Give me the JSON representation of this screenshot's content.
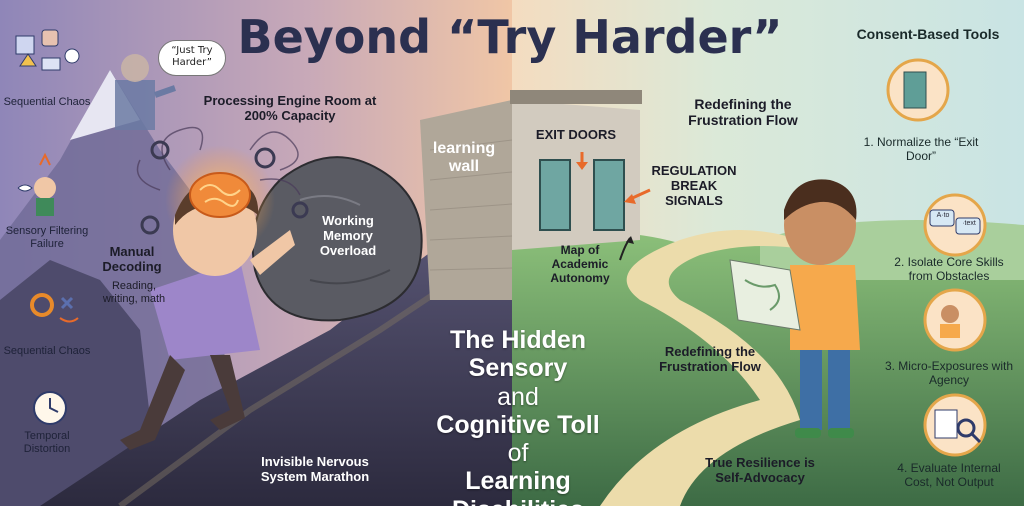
{
  "title": "Beyond “Try Harder”",
  "speech_bubble": "“Just Try Harder”",
  "left_labels": {
    "sequential_chaos_top": "Sequential Chaos",
    "sensory_filtering": "Sensory Filtering Failure",
    "sequential_chaos_bottom": "Sequential Chaos",
    "temporal_distortion": "Temporal Distortion"
  },
  "mid_labels": {
    "processing_engine": "Processing Engine Room at 200% Capacity",
    "manual_decoding": "Manual Decoding",
    "manual_decoding_sub": "Reading, writing, math",
    "working_memory": "Working Memory Overload",
    "invisible_marathon": "Invisible Nervous System Marathon",
    "learning_wall": "learning wall",
    "exit_doors": "EXIT DOORS",
    "regulation_break": "REGULATION BREAK SIGNALS",
    "map_autonomy": "Map of Academic Autonomy",
    "redefining_top": "Redefining the Frustration Flow",
    "redefining_mid": "Redefining the Frustration Flow",
    "true_resilience": "True Resilience is Self-Advocacy"
  },
  "center_title": {
    "line1_bold": "The Hidden",
    "line2_bold": "Sensory",
    "line2_light": " and",
    "line3": "Cognitive Toll",
    "line4_light": "of",
    "line4_bold": " Learning",
    "line5": "Disabilities"
  },
  "right_panel": {
    "heading": "Consent-Based Tools",
    "tool1": "1. Normalize the “Exit Door”",
    "tool2": "2. Isolate Core Skills from Obstacles",
    "tool3": "3. Micro-Exposures with Agency",
    "tool4": "4. Evaluate Internal Cost, Not Output",
    "tool2_icon_text_a": "A·to",
    "tool2_icon_text_b": "·text"
  },
  "colors": {
    "left_sky": "#9a8fc0",
    "right_sky": "#cfe6e0",
    "title": "#2b3050",
    "hill_green": "#7fb06a",
    "path": "#e8d7a8",
    "brain": "#f08a3a",
    "shirt_left": "#9d86c9",
    "shirt_right": "#f6a94c"
  }
}
